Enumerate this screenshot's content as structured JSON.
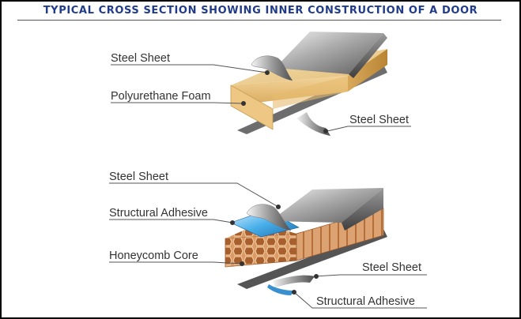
{
  "title": "TYPICAL CROSS SECTION SHOWING INNER CONSTRUCTION OF A DOOR",
  "top_section": {
    "labels": {
      "steel_sheet_top": "Steel Sheet",
      "foam": "Polyurethane Foam",
      "steel_sheet_bottom": "Steel Sheet"
    }
  },
  "bottom_section": {
    "labels": {
      "steel_sheet_top": "Steel Sheet",
      "adhesive_top": "Structural Adhesive",
      "honeycomb": "Honeycomb Core",
      "steel_sheet_bottom": "Steel Sheet",
      "adhesive_bottom": "Structural Adhesive"
    }
  },
  "colors": {
    "title": "#1f3b8a",
    "frame": "#000000",
    "steel": "#8a8a8a",
    "foam": "#e8c98a",
    "honeycomb": "#c98a56",
    "adhesive": "#3a9ad9"
  }
}
